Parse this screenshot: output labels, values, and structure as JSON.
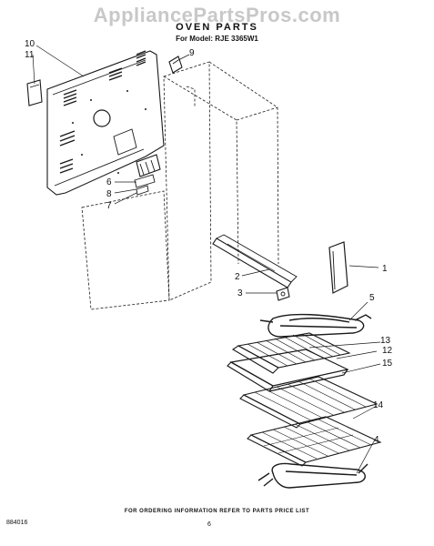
{
  "watermark": "AppliancePartsPros.com",
  "header": {
    "title": "OVEN PARTS",
    "model_line": "For Model: RJE 3365W1"
  },
  "callouts": [
    "1",
    "2",
    "3",
    "4",
    "5",
    "6",
    "7",
    "8",
    "9",
    "10",
    "11",
    "12",
    "13",
    "14",
    "15"
  ],
  "footer": {
    "ordering_note": "FOR ORDERING INFORMATION REFER TO PARTS PRICE LIST",
    "doc_number": "884016",
    "page_number": "6"
  }
}
